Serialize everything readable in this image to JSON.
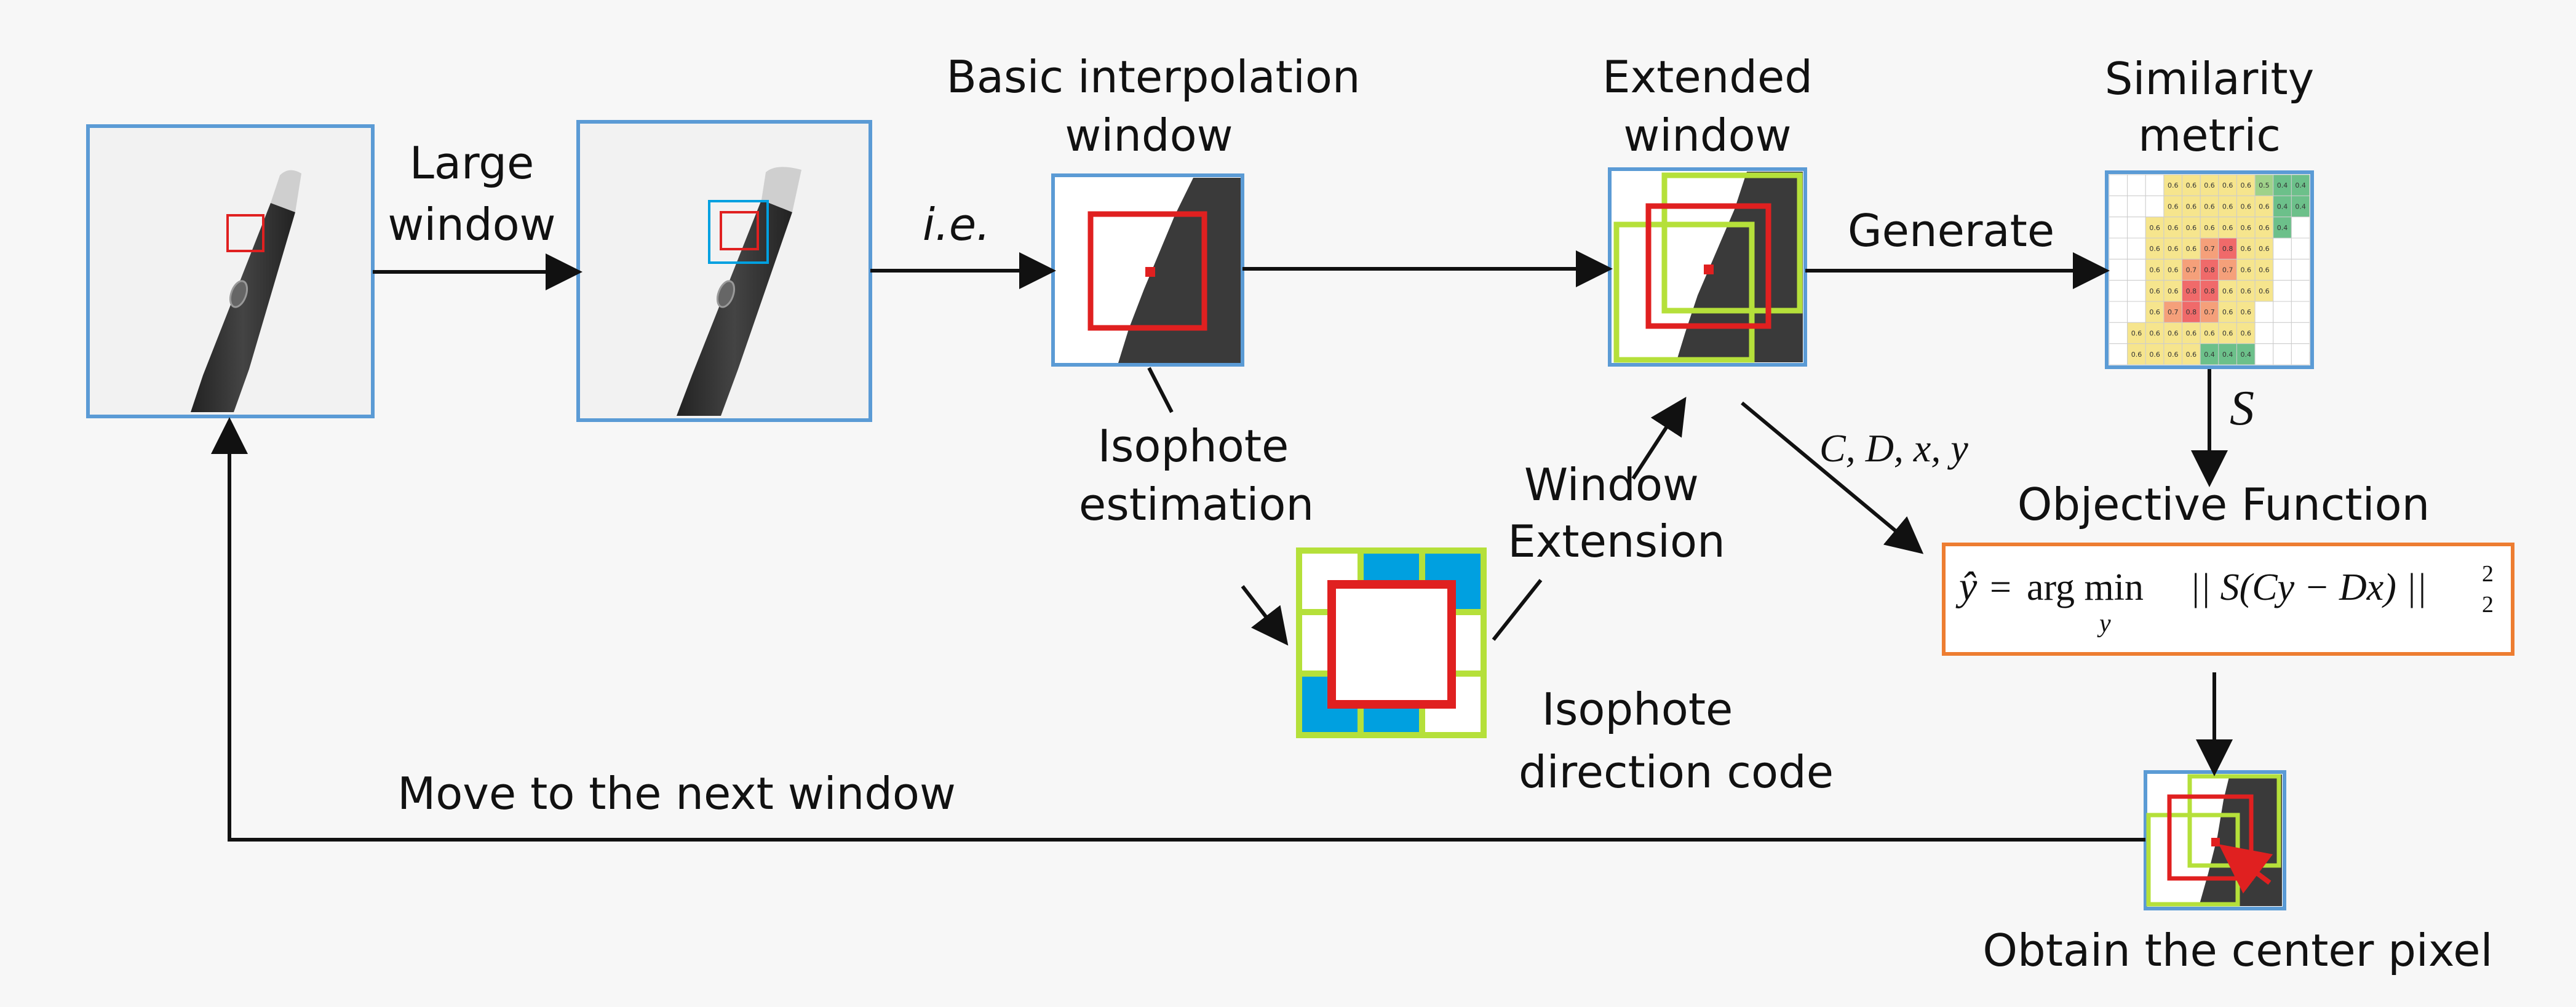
{
  "labels": {
    "large_window": [
      "Large",
      "window"
    ],
    "ie": "i.e.",
    "basic_window": [
      "Basic interpolation",
      "window"
    ],
    "extended_window": [
      "Extended",
      "window"
    ],
    "similarity_metric": [
      "Similarity",
      "metric"
    ],
    "generate": "Generate",
    "s": "S",
    "cdxy": "C, D, x, y",
    "isophote_estimation": [
      "Isophote",
      "estimation"
    ],
    "window_extension": [
      "Window",
      "Extension"
    ],
    "objective_function": "Objective Function",
    "isophote_direction_code": [
      "Isophote",
      "direction code"
    ],
    "move_next": "Move to the next window",
    "obtain_center": "Obtain the center pixel"
  },
  "formula": {
    "lhs": "ŷ",
    "eq": "=",
    "op": "arg min",
    "sub": "y",
    "body": "|| S(Cy − Dx) ||",
    "sup": "2",
    "subnorm": "2"
  },
  "similarity_grid": {
    "rows": [
      [
        "",
        "",
        "",
        "0.6",
        "0.6",
        "0.6",
        "0.6",
        "0.6",
        "0.5",
        "0.4",
        "0.4"
      ],
      [
        "",
        "",
        "",
        "0.6",
        "0.6",
        "0.6",
        "0.6",
        "0.6",
        "0.6",
        "0.4",
        "0.4"
      ],
      [
        "",
        "",
        "0.6",
        "0.6",
        "0.6",
        "0.6",
        "0.6",
        "0.6",
        "0.6",
        "0.4",
        ""
      ],
      [
        "",
        "",
        "0.6",
        "0.6",
        "0.6",
        "0.7",
        "0.8",
        "0.6",
        "0.6",
        "",
        ""
      ],
      [
        "",
        "",
        "0.6",
        "0.6",
        "0.7",
        "0.8",
        "0.7",
        "0.6",
        "0.6",
        "",
        ""
      ],
      [
        "",
        "",
        "0.6",
        "0.6",
        "0.8",
        "0.8",
        "0.6",
        "0.6",
        "0.6",
        "",
        ""
      ],
      [
        "",
        "",
        "0.6",
        "0.7",
        "0.8",
        "0.7",
        "0.6",
        "0.6",
        "",
        "",
        ""
      ],
      [
        "",
        "0.6",
        "0.6",
        "0.6",
        "0.6",
        "0.6",
        "0.6",
        "0.6",
        "",
        "",
        ""
      ],
      [
        "",
        "0.6",
        "0.6",
        "0.6",
        "0.6",
        "0.4",
        "0.4",
        "0.4",
        "",
        "",
        ""
      ]
    ]
  },
  "colors": {
    "frame_blue": "#5b9bd5",
    "red": "#e02020",
    "green": "#b5e03a",
    "cyan": "#00a0e0",
    "orange": "#ed7d31",
    "dark_surface": "#3a3a3a"
  }
}
